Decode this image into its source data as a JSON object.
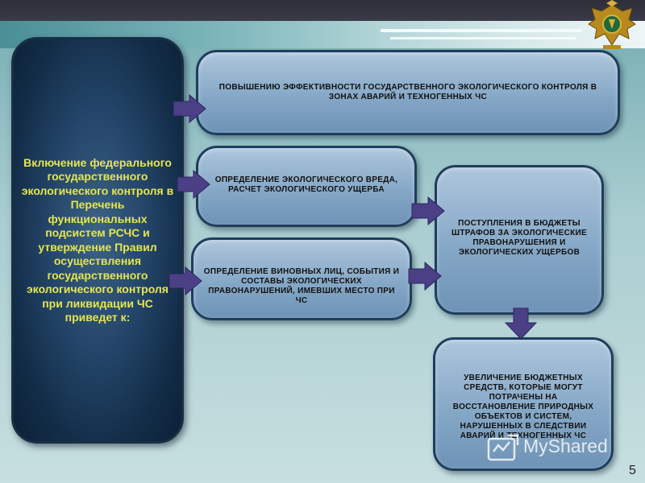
{
  "slide": {
    "main_text": "Включение федерального государственного экологического контроля в Перечень функциональных подсистем РСЧС и утверждение Правил осуществления государственного экологического контроля при ликвидации ЧС приведет к:",
    "box1": "ПОВЫШЕНИЮ ЭФФЕКТИВНОСТИ ГОСУДАРСТВЕННОГО ЭКОЛОГИЧЕСКОГО КОНТРОЛЯ В ЗОНАХ АВАРИЙ И ТЕХНОГЕННЫХ ЧС",
    "box2": "ОПРЕДЕЛЕНИЕ ЭКОЛОГИЧЕСКОГО ВРЕДА, РАСЧЕТ ЭКОЛОГИЧЕСКОГО УЩЕРБА",
    "box3": "ОПРЕДЕЛЕНИЕ ВИНОВНЫХ ЛИЦ, СОБЫТИЯ И СОСТАВЫ ЭКОЛОГИЧЕСКИХ ПРАВОНАРУШЕНИЙ, ИМЕВШИХ МЕСТО ПРИ ЧС",
    "box4": "ПОСТУПЛЕНИЯ В БЮДЖЕТЫ ШТРАФОВ ЗА ЭКОЛОГИЧЕСКИЕ ПРАВОНАРУШЕНИЯ И ЭКОЛОГИЧЕСКИХ УЩЕРБОВ",
    "box5": "УВЕЛИЧЕНИЕ БЮДЖЕТНЫХ СРЕДСТВ, КОТОРЫЕ МОГУТ ПОТРАЧЕНЫ НА ВОССТАНОВЛЕНИЕ ПРИРОДНЫХ ОБЪЕКТОВ И СИСТЕМ, НАРУШЕННЫХ В СЛЕДСТВИИ АВАРИЙ И ТЕХНОГЕННЫХ ЧС",
    "page_number": "5",
    "watermark": "MyShared"
  },
  "colors": {
    "main_text": "#e5e64f",
    "arrow": "#4b3f86",
    "box_border": "#1f3e5c"
  },
  "icons": {
    "emblem": "emblem-icon",
    "watermark_logo": "myshared-logo-icon"
  }
}
